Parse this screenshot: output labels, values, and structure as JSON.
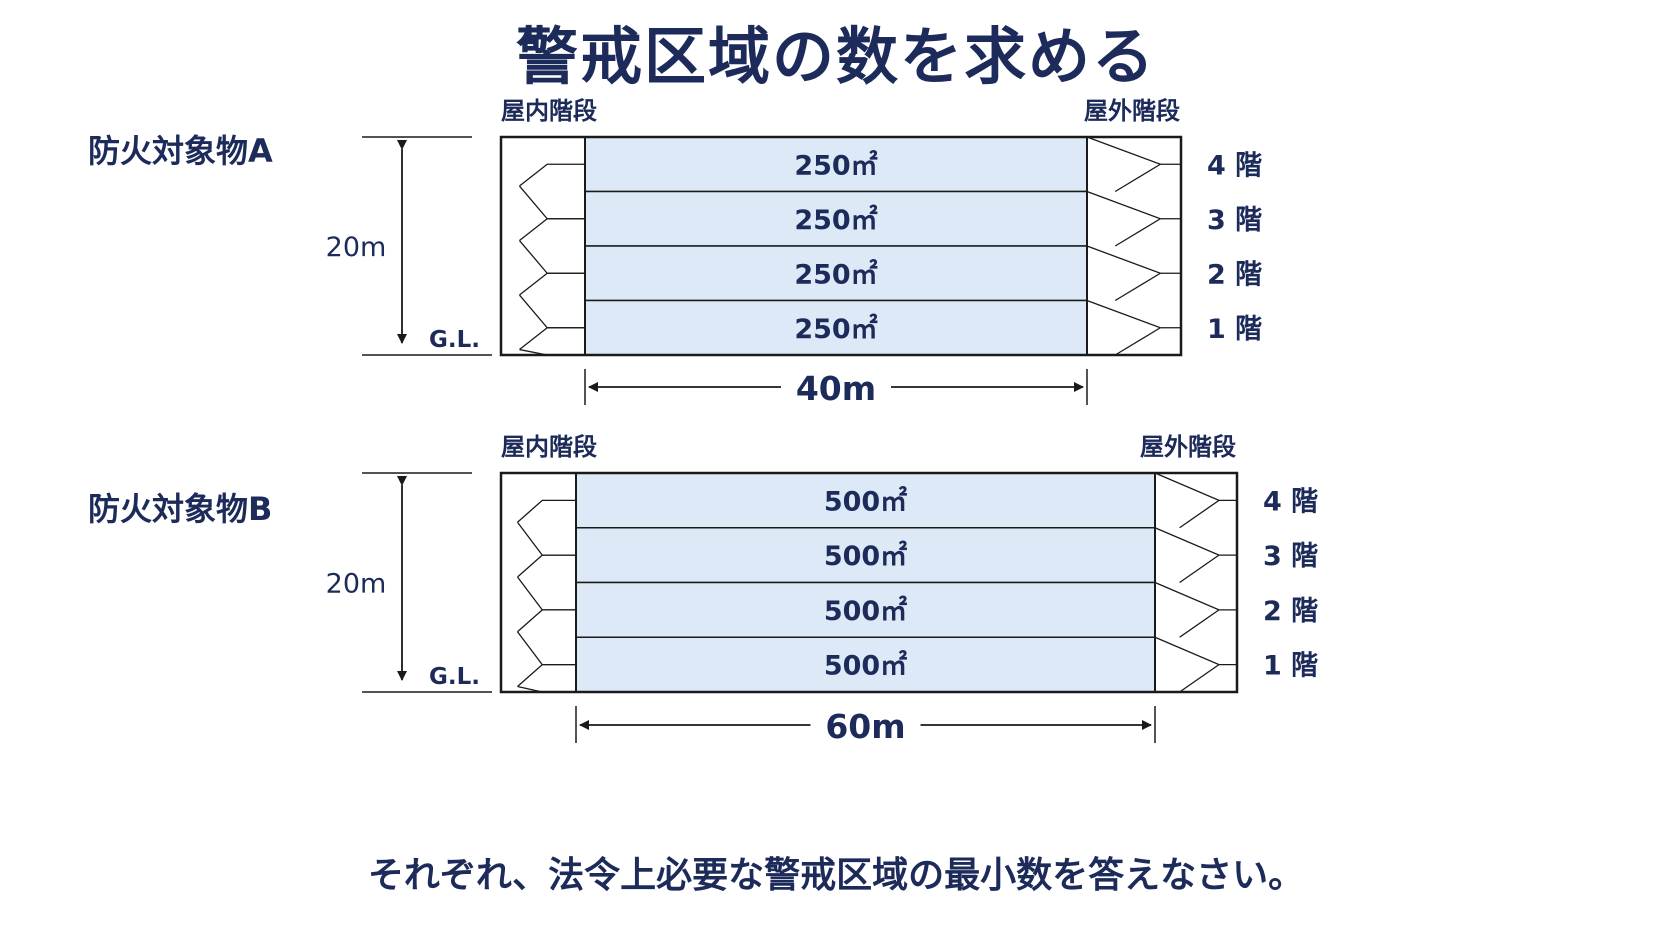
{
  "title": "警戒区域の数を求める",
  "footer": "それぞれ、法令上必要な警戒区域の最小数を答えなさい。",
  "colors": {
    "navy": "#1d2b5b",
    "floor_fill": "#dde9f7",
    "accent_red": "#e0131a",
    "line": "#1a1a1a"
  },
  "buildings": [
    {
      "name": "防火対象物A",
      "indoor_stair": "屋内階段",
      "outdoor_stair": "屋外階段",
      "height": "20m",
      "ground": "G.L.",
      "width": "40m",
      "floors": [
        {
          "label": "4 階",
          "area": "250㎡"
        },
        {
          "label": "3 階",
          "area": "250㎡"
        },
        {
          "label": "2 階",
          "area": "250㎡"
        },
        {
          "label": "1 階",
          "area": "250㎡"
        }
      ]
    },
    {
      "name": "防火対象物B",
      "indoor_stair": "屋内階段",
      "outdoor_stair": "屋外階段",
      "height": "20m",
      "ground": "G.L.",
      "width": "60m",
      "floors": [
        {
          "label": "4 階",
          "area": "500㎡"
        },
        {
          "label": "3 階",
          "area": "500㎡"
        },
        {
          "label": "2 階",
          "area": "500㎡"
        },
        {
          "label": "1 階",
          "area": "500㎡"
        }
      ]
    }
  ]
}
